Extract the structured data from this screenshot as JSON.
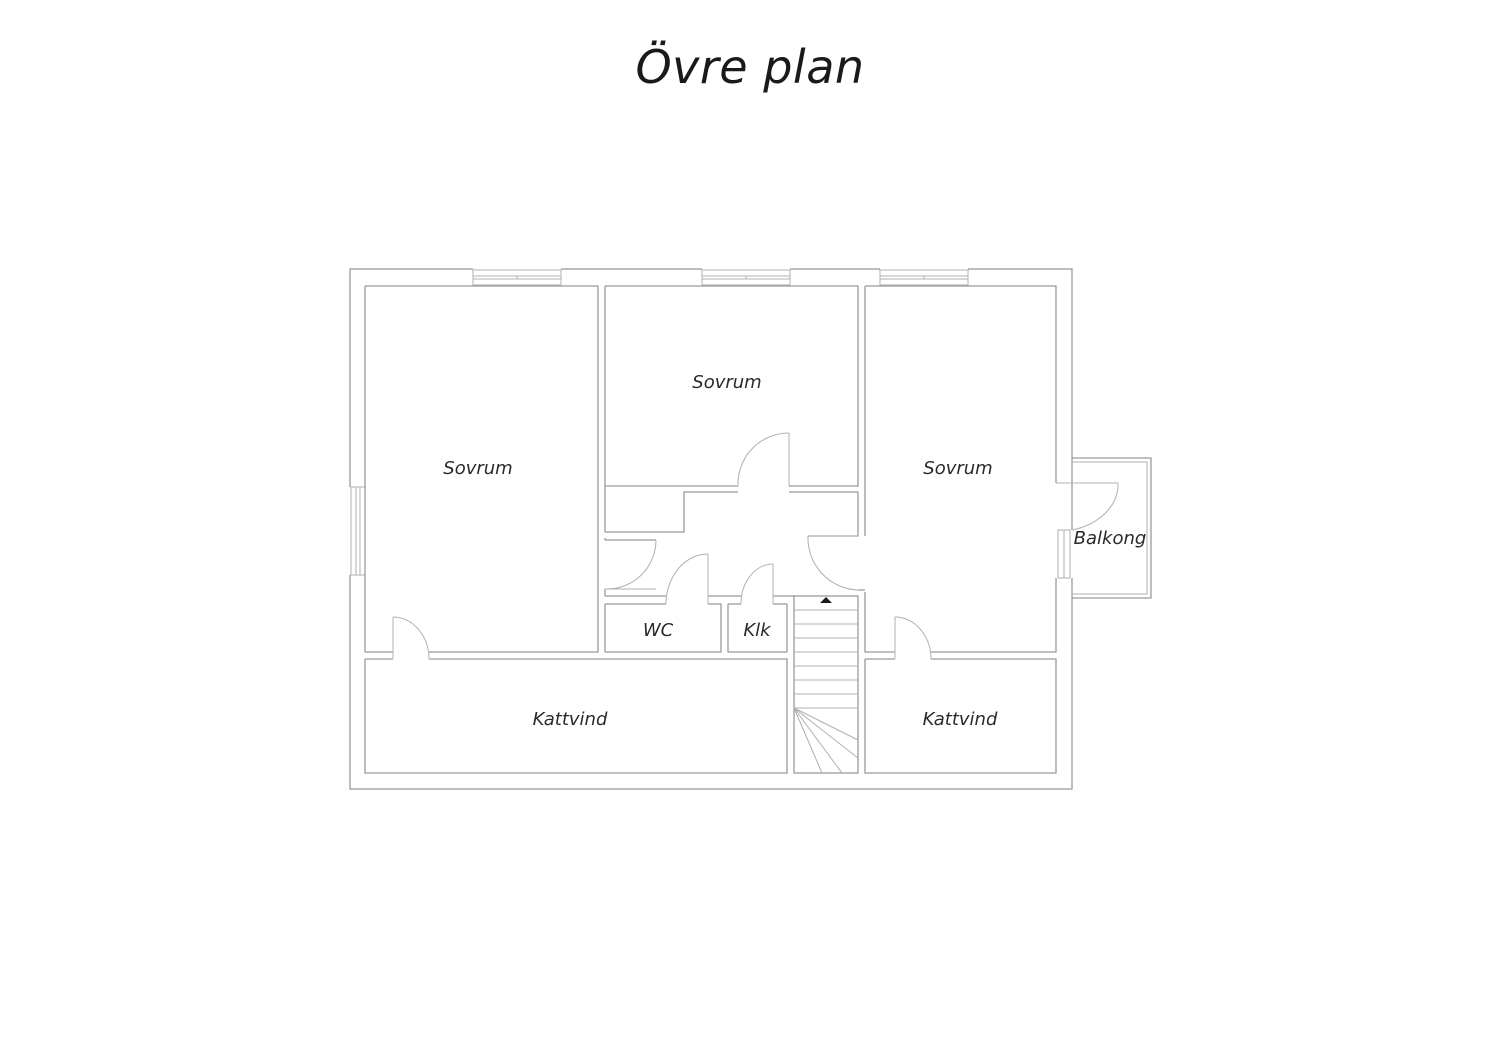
{
  "title": "Övre plan",
  "rooms": {
    "bedroom_left": "Sovrum",
    "bedroom_middle": "Sovrum",
    "bedroom_right": "Sovrum",
    "wc": "WC",
    "closet": "Klk",
    "attic_left": "Kattvind",
    "attic_right": "Kattvind",
    "balcony": "Balkong"
  }
}
